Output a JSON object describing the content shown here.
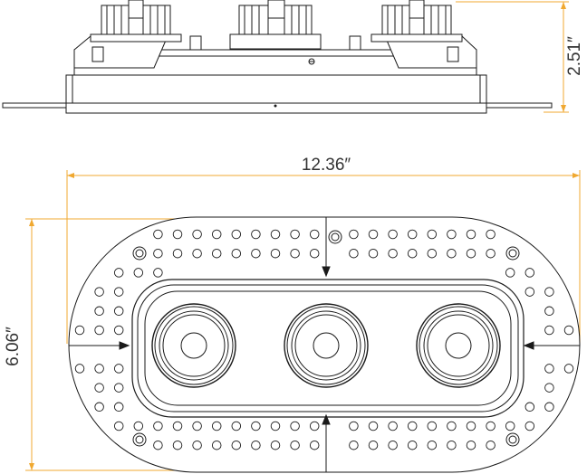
{
  "dimensions": {
    "height": "2.51″",
    "width": "12.36″",
    "depth": "6.06″"
  },
  "colors": {
    "line": "#1a1a1a",
    "dimension": "#f0a830",
    "background": "#ffffff"
  },
  "diagram": {
    "side_view": {
      "fixtures": 3
    },
    "top_view": {
      "lamp_openings": 3,
      "perforations": "grid",
      "insertion_arrows": 4
    }
  }
}
